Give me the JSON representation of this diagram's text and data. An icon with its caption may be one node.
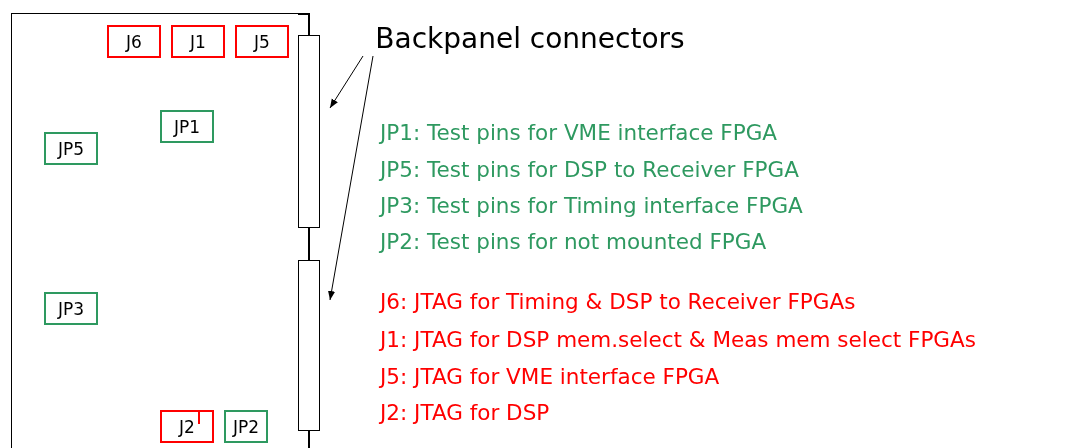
{
  "diagram": {
    "nodes": [
      {
        "text": [],
        "shape": "box"
      },
      {
        "text": [
          "J6"
        ],
        "in": 0
      },
      {
        "text": [
          "J1"
        ],
        "in": 0
      },
      {
        "text": [
          "J5"
        ],
        "in": 0
      },
      {
        "text": [
          "JP1"
        ],
        "in": 0
      },
      {
        "text": [
          "JP5"
        ],
        "in": 0
      },
      {
        "text": [
          "JP3"
        ],
        "in": 0
      },
      {
        "text": [
          "J2"
        ],
        "in": 0
      },
      {
        "text": [
          "JP2"
        ],
        "in": 0
      },
      {
        "text": [],
        "shape": "bar"
      },
      {
        "text": [],
        "shape": "bar"
      },
      {
        "text": [
          "Backpanel connectors"
        ]
      }
    ],
    "edges": [
      {
        "from": 11,
        "to": 9,
        "arrow": "to"
      },
      {
        "from": 11,
        "to": 10,
        "arrow": "to"
      }
    ],
    "labels": [
      "JP1: Test pins for VME interface FPGA",
      "JP5: Test pins for DSP to Receiver FPGA",
      "JP3: Test pins for Timing interface FPGA",
      "JP2: Test pins for not mounted FPGA",
      "J6: JTAG for Timing & DSP to Receiver FPGAs",
      "J1: JTAG for DSP mem.select & Meas mem select FPGAs",
      "J5: JTAG for VME interface FPGA",
      "J2: JTAG for DSP"
    ]
  }
}
